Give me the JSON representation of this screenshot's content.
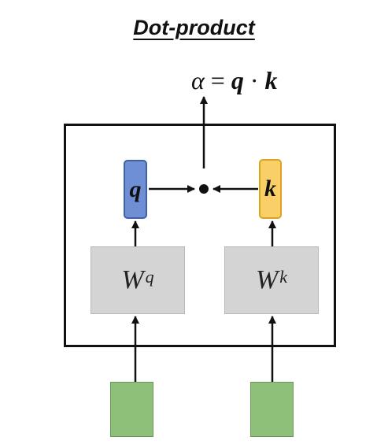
{
  "title": "Dot-product",
  "formula": {
    "alpha": "α",
    "equals": " = ",
    "q": "q",
    "dot": " · ",
    "k": "k"
  },
  "query_vector": {
    "label": "q",
    "color": "#6e8fd4"
  },
  "key_vector": {
    "label": "k",
    "color": "#f9cf68"
  },
  "query_weight": {
    "base": "W",
    "superscript": "q"
  },
  "key_weight": {
    "base": "W",
    "superscript": "k"
  },
  "colors": {
    "weight_box": "#d4d4d4",
    "input_box": "#8fc07a",
    "line": "#111111"
  }
}
